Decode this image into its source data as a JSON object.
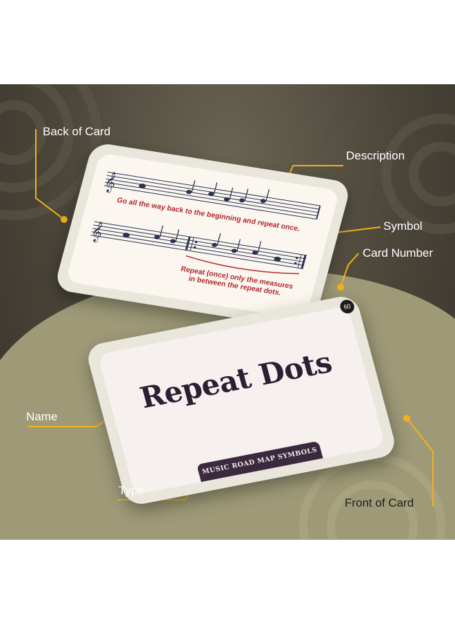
{
  "labels": {
    "back_of_card": "Back of Card",
    "description": "Description",
    "symbol": "Symbol",
    "card_number": "Card Number",
    "name": "Name",
    "type": "Type",
    "front_of_card": "Front of Card"
  },
  "back_card": {
    "description_1": "Go all the way back to the beginning and repeat once.",
    "description_2_line1": "Repeat (once) only the measures",
    "description_2_line2": "in between the repeat dots."
  },
  "front_card": {
    "title": "Repeat Dots",
    "type": "MUSIC ROAD MAP SYMBOLS",
    "number": "60"
  },
  "colors": {
    "accent": "#f2b21c",
    "description_red": "#b3262d",
    "banner": "#3b2a3d",
    "title": "#2a1f33",
    "ground": "#9e9a78"
  }
}
